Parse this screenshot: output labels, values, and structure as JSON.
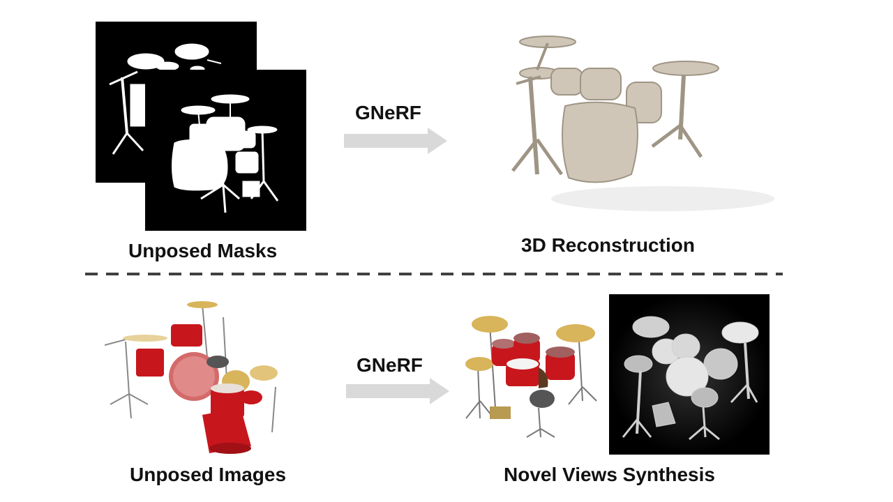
{
  "top": {
    "left_caption": "Unposed Masks",
    "arrow_label": "GNeRF",
    "right_caption": "3D Reconstruction"
  },
  "bottom": {
    "left_caption": "Unposed Images",
    "arrow_label": "GNeRF",
    "right_caption": "Novel Views Synthesis"
  },
  "colors": {
    "arrow": "#d9d9d9",
    "divider": "#404040",
    "mask_bg": "#000000",
    "mask_fg": "#ffffff",
    "reconstruction": "#cfc6b8",
    "drum_red": "#c8161d",
    "cymbal": "#d8b45a"
  }
}
